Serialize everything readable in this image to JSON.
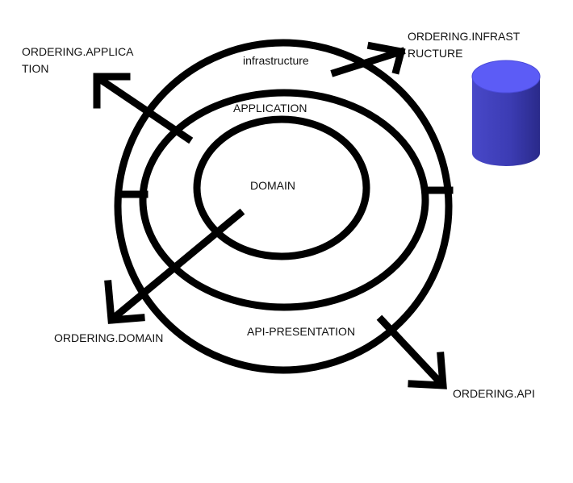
{
  "diagram": {
    "labels": {
      "ordering_application": "ORDERING.APPLICATION",
      "ordering_infrastructure": "ORDERING.INFRASTRUCTURE",
      "infrastructure": "infrastructure",
      "application": "APPLICATION",
      "domain": "DOMAIN",
      "api_presentation": "API-PRESENTATION",
      "ordering_domain": "ORDERING.DOMAIN",
      "ordering_api": "ORDERING.API"
    },
    "colors": {
      "stroke": "#000000",
      "database_body": "#3f3fb8",
      "database_top": "#5b5bf5"
    },
    "icons": [
      "database-cylinder-icon"
    ]
  }
}
